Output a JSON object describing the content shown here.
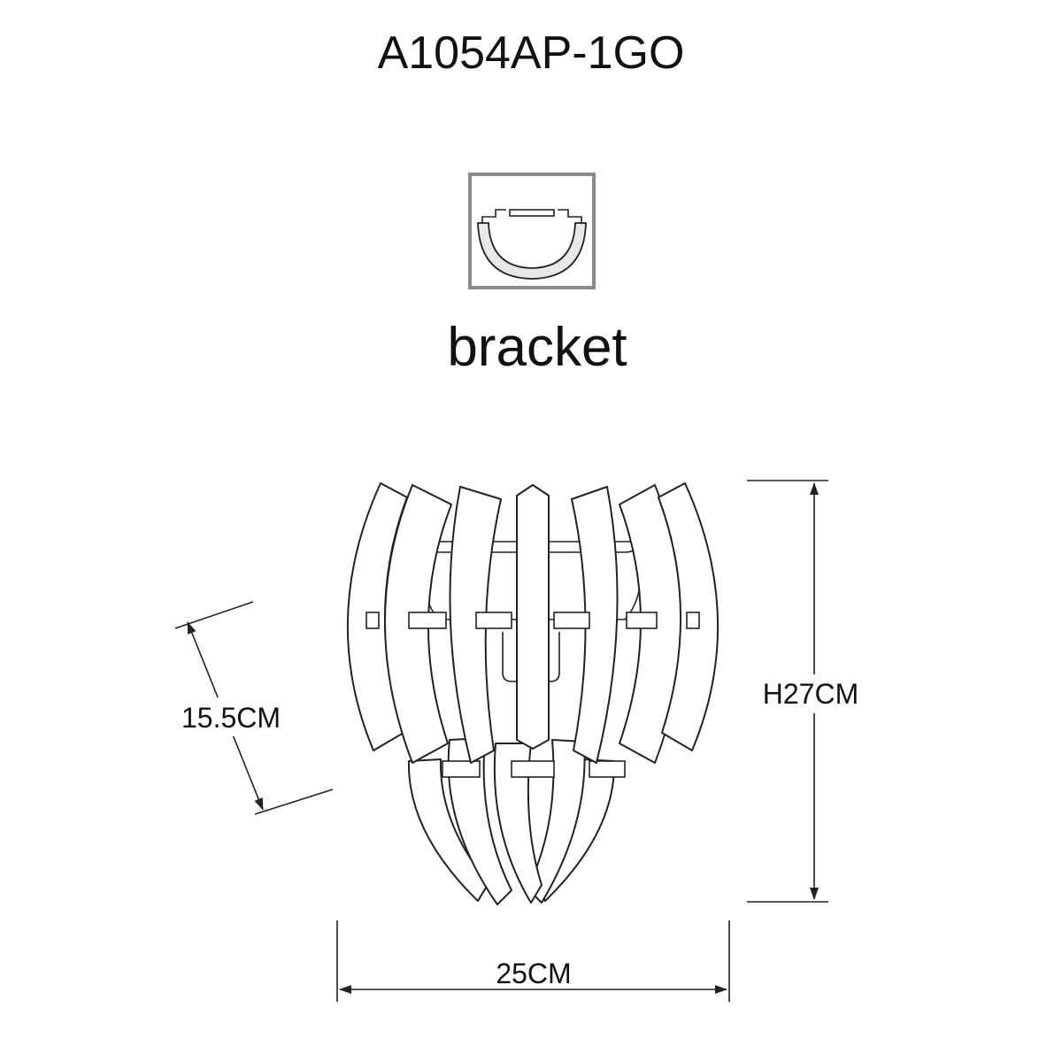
{
  "title": "A1054AP-1GO",
  "mount": {
    "label": "bracket",
    "icon": "bracket-mount-icon",
    "frame_color": "#8a8a8a"
  },
  "dimensions": {
    "height": "H27CM",
    "width": "25CM",
    "depth": "15.5CM"
  },
  "colors": {
    "line": "#222222",
    "background": "#ffffff"
  }
}
